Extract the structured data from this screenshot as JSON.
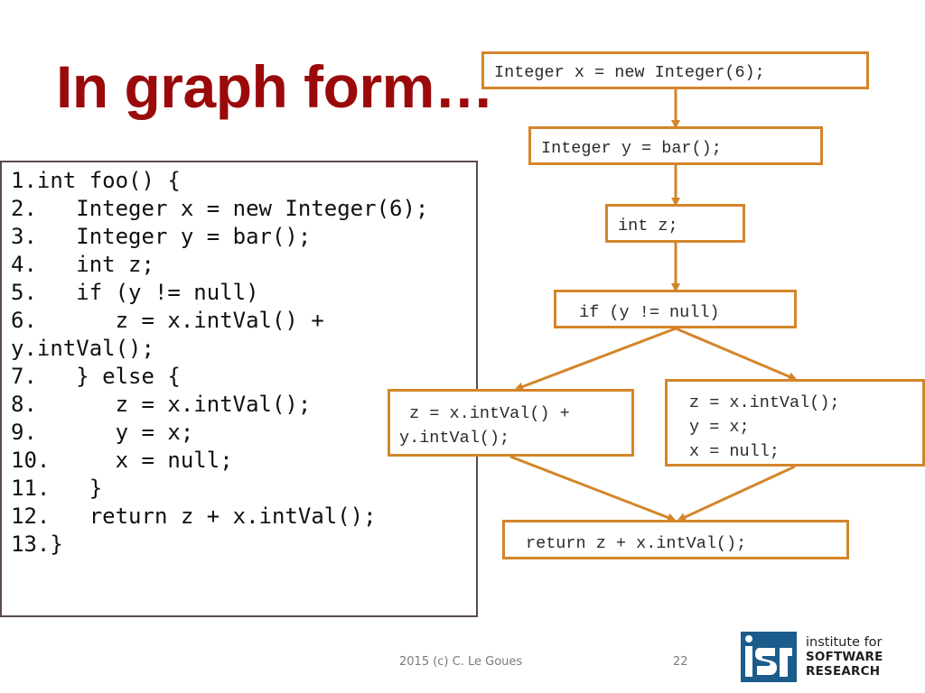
{
  "slide": {
    "title": "In graph form…",
    "footer": "2015 (c) C. Le Goues",
    "page_number": "22"
  },
  "code": {
    "lines": [
      "1.int foo() {",
      "2.   Integer x = new Integer(6);",
      "3.   Integer y = bar();",
      "4.   int z;",
      "5.   if (y != null)",
      "6.      z = x.intVal() +",
      "y.intVal();",
      "7.   } else {",
      "8.      z = x.intVal();",
      "9.      y = x;",
      "10.     x = null;",
      "11.   }",
      "12.   return z + x.intVal();",
      "13.}"
    ]
  },
  "graph": {
    "edge_color": "#d4852a",
    "nodes": [
      {
        "id": "n1",
        "lines": [
          "Integer x = new Integer(6);"
        ]
      },
      {
        "id": "n2",
        "lines": [
          "Integer y = bar();"
        ]
      },
      {
        "id": "n3",
        "lines": [
          "int z;"
        ]
      },
      {
        "id": "n4",
        "lines": [
          " if (y != null)"
        ]
      },
      {
        "id": "n5",
        "lines": [
          " z = x.intVal() +",
          "y.intVal();"
        ]
      },
      {
        "id": "n6",
        "lines": [
          "z = x.intVal();",
          "y = x;",
          "x = null;"
        ]
      },
      {
        "id": "n7",
        "lines": [
          "return z + x.intVal();"
        ]
      }
    ]
  },
  "logo": {
    "mark": "isr",
    "line1": "institute for",
    "line2": "SOFTWARE",
    "line3": "RESEARCH"
  },
  "colors": {
    "title": "#9b0a0a",
    "node_border": "#d4852a",
    "logo_blue": "#1a5c8c"
  }
}
